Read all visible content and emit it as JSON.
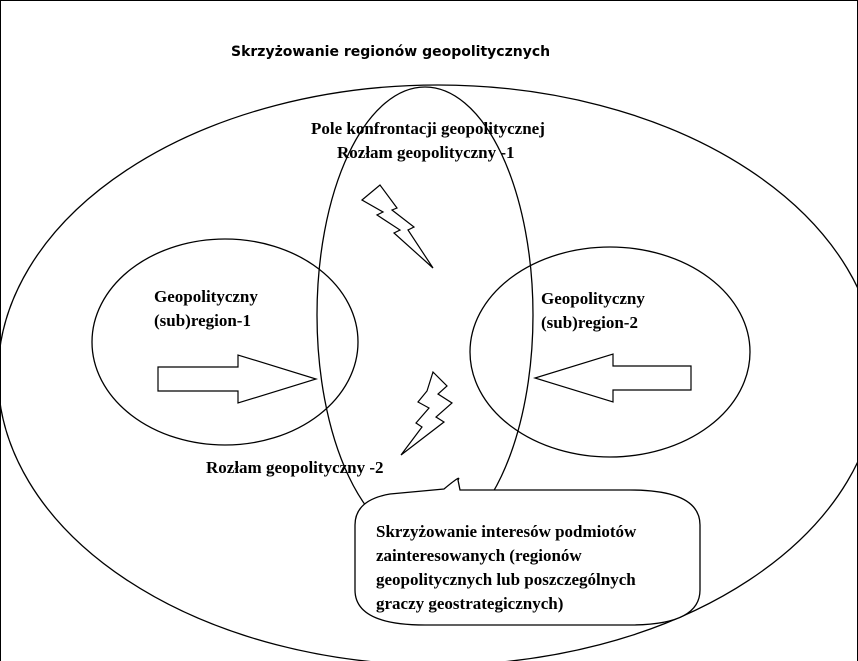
{
  "title": "Skrzyżowanie regionów geopolitycznych",
  "confrontation": {
    "line1": "Pole konfrontacji geopolitycznej",
    "line2": "Rozłam geopolityczny -1"
  },
  "region1": {
    "line1": "Geopolityczny",
    "line2": "(sub)region-1"
  },
  "region2": {
    "line1": "Geopolityczny",
    "line2": "(sub)region-2"
  },
  "rift2": "Rozłam geopolityczny -2",
  "callout": {
    "line1": "Skrzyżowanie interesów podmiotów",
    "line2": "zainteresowanych (regionów",
    "line3": "geopolitycznych lub poszczególnych",
    "line4": "graczy geostrategicznych)"
  }
}
